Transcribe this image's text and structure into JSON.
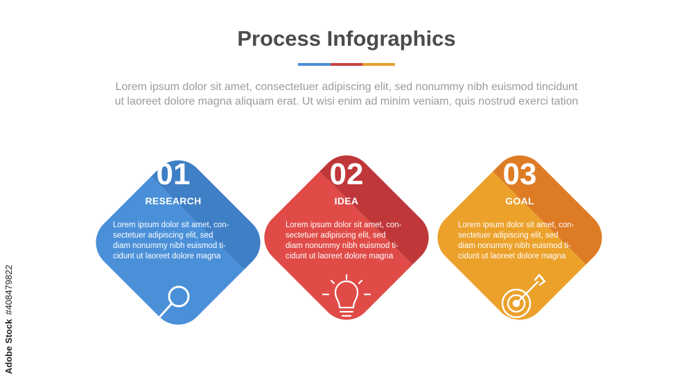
{
  "header": {
    "title": "Process Infographics",
    "intro_line1": "Lorem ipsum dolor sit amet, consectetuer adipiscing elit, sed nonummy nibh euismod tincidunt",
    "intro_line2": "ut laoreet dolore magna aliquam erat. Ut wisi enim ad minim veniam, quis nostrud exerci tation",
    "underline_colors": [
      "#4a90d9",
      "#c9433f",
      "#e6a02e"
    ]
  },
  "steps": [
    {
      "number": "01",
      "label": "RESEARCH",
      "icon": "magnifier-icon",
      "top_color": "#3f7fc6",
      "body_color": "#4a90d9",
      "lines": [
        "Lorem ipsum dolor sit amet, con-",
        "sectetuer adipiscing elit, sed",
        "diam nonummy nibh euismod ti-",
        "cidunt ut laoreet dolore magna"
      ]
    },
    {
      "number": "02",
      "label": "IDEA",
      "icon": "lightbulb-icon",
      "top_color": "#c0373a",
      "body_color": "#e04b47",
      "lines": [
        "Lorem ipsum dolor sit amet, con-",
        "sectetuer adipiscing elit, sed",
        "diam nonummy nibh euismod ti-",
        "cidunt ut laoreet dolore magna"
      ]
    },
    {
      "number": "03",
      "label": "GOAL",
      "icon": "target-icon",
      "top_color": "#de7c26",
      "body_color": "#eca12b",
      "lines": [
        "Lorem ipsum dolor sit amet, con-",
        "sectetuer adipiscing elit, sed",
        "diam nonummy nibh euismod ti-",
        "cidunt ut laoreet dolore magna"
      ]
    }
  ],
  "watermark": {
    "source": "Adobe Stock",
    "id": "#408479822"
  }
}
